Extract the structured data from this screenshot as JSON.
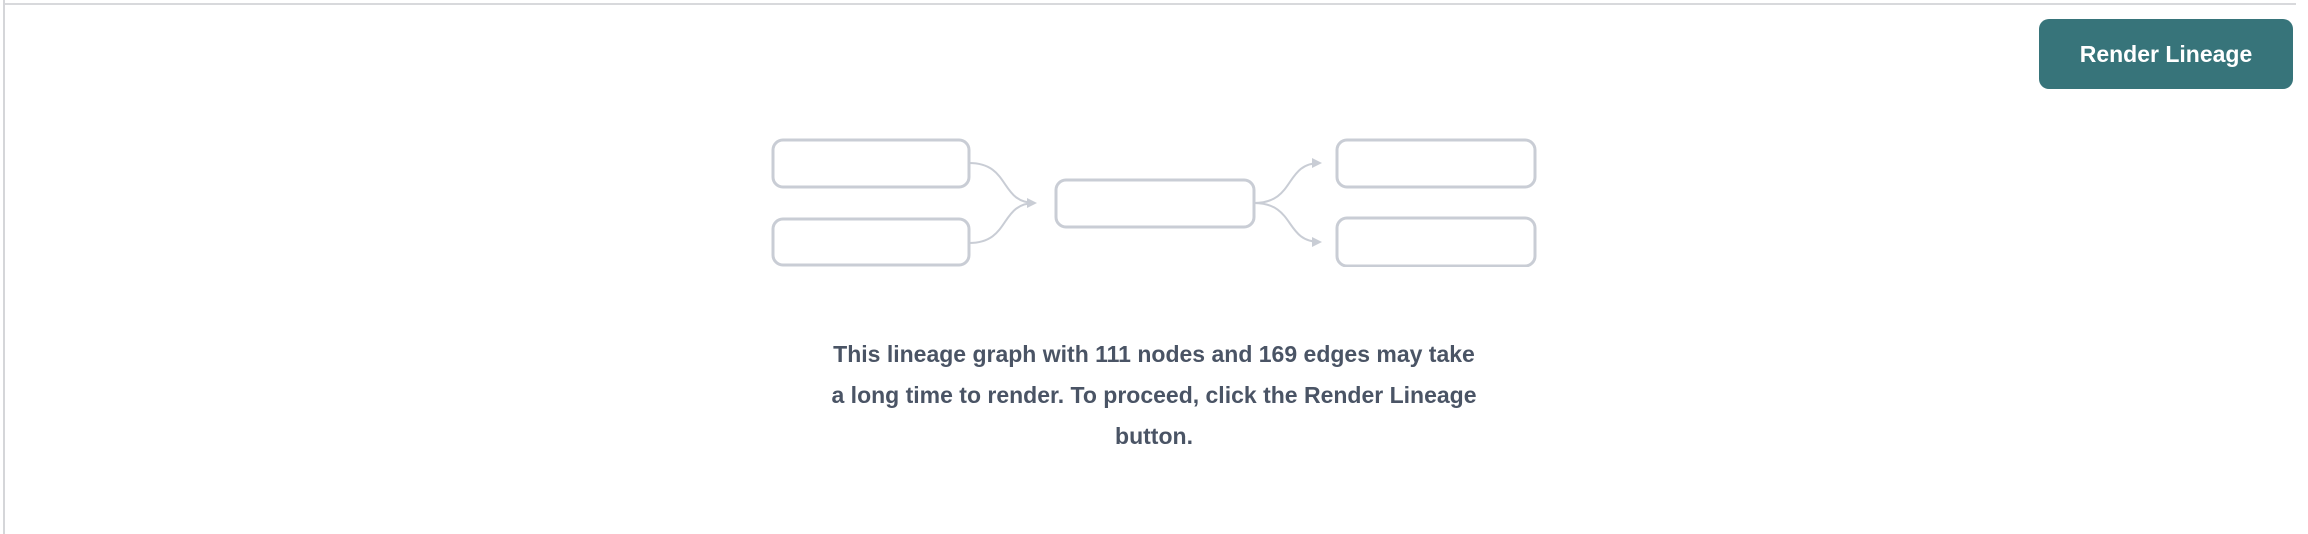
{
  "pane": {
    "background": "#ffffff",
    "border_color": "#d8d9dc"
  },
  "toolbar": {
    "render_lineage_label": "Render Lineage",
    "button_bg": "#37747a",
    "button_text_color": "#ffffff"
  },
  "placeholder_graph": {
    "node_count": 5,
    "edge_count": 4,
    "node_fill": "#ffffff",
    "node_border_color": "#c9cdd5",
    "edge_color": "#c9cdd5"
  },
  "message": {
    "color": "#4a5465",
    "lines": [
      "This lineage graph with 111 nodes and 169 edges may take",
      "a long time to render. To proceed, click the Render Lineage",
      "button."
    ]
  }
}
